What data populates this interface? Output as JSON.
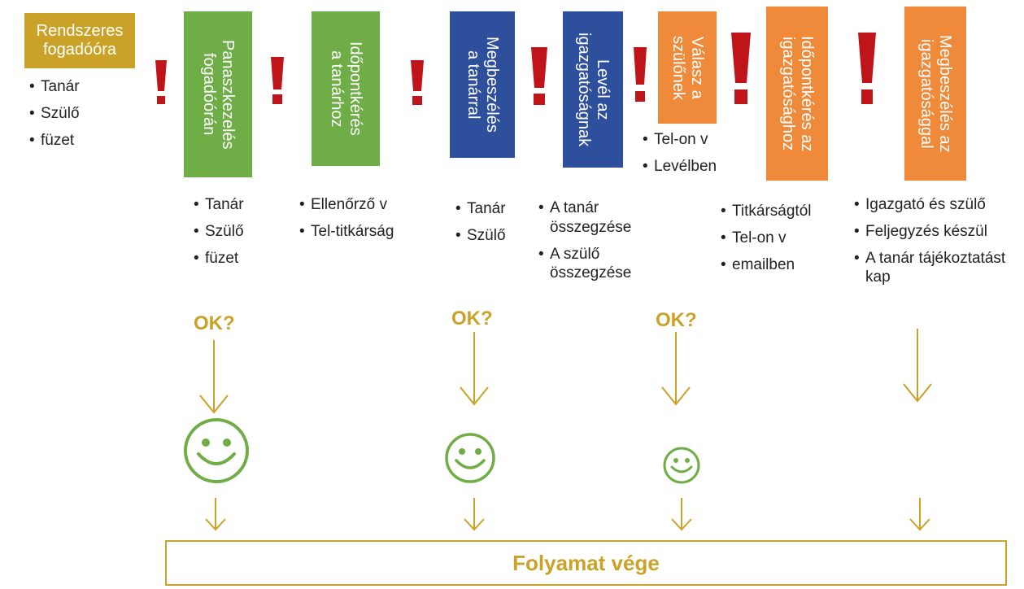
{
  "colors": {
    "gold": "#c9a227",
    "green": "#6fad47",
    "blue": "#2e4f9c",
    "orange": "#ef8a3a",
    "red": "#c0141b",
    "smiley": "#70ad47"
  },
  "steps": [
    {
      "label": "Rendszeres\nfogadóóra",
      "bullets": [
        "Tanár",
        "Szülő",
        "füzet"
      ]
    },
    {
      "label": "Panaszkezelés\nfogadóórán",
      "bullets": [
        "Tanár",
        "Szülő",
        "füzet"
      ]
    },
    {
      "label": "Időpontkérés\na tanárhoz",
      "bullets": [
        "Ellenőrző v",
        "Tel-titkárság"
      ]
    },
    {
      "label": "Megbeszélés\na tanárral",
      "bullets": [
        "Tanár",
        "Szülő"
      ]
    },
    {
      "label": "Levél az\nigazgatóságnak",
      "bullets": [
        "A tanár összegzése",
        "A szülő összegzése"
      ]
    },
    {
      "label": "Válasz a\nszülőnek",
      "bullets": [
        "Tel-on v",
        "Levélben"
      ]
    },
    {
      "label": "Időpontkérés az\nigazgatósághoz",
      "bullets": [
        "Titkárságtól",
        "Tel-on v",
        "emailben"
      ]
    },
    {
      "label": "Megbeszélés az\nigazgatósággal",
      "bullets": [
        "Igazgató és szülő",
        "Feljegyzés készül",
        "A tanár tájékoztatást kap"
      ]
    }
  ],
  "checks": [
    "OK?",
    "OK?",
    "OK?"
  ],
  "end": {
    "label": "Folyamat vége"
  },
  "icons": {
    "exclamation": "exclamation-icon",
    "arrow": "arrow-down-icon",
    "smiley": "smiley-icon"
  }
}
